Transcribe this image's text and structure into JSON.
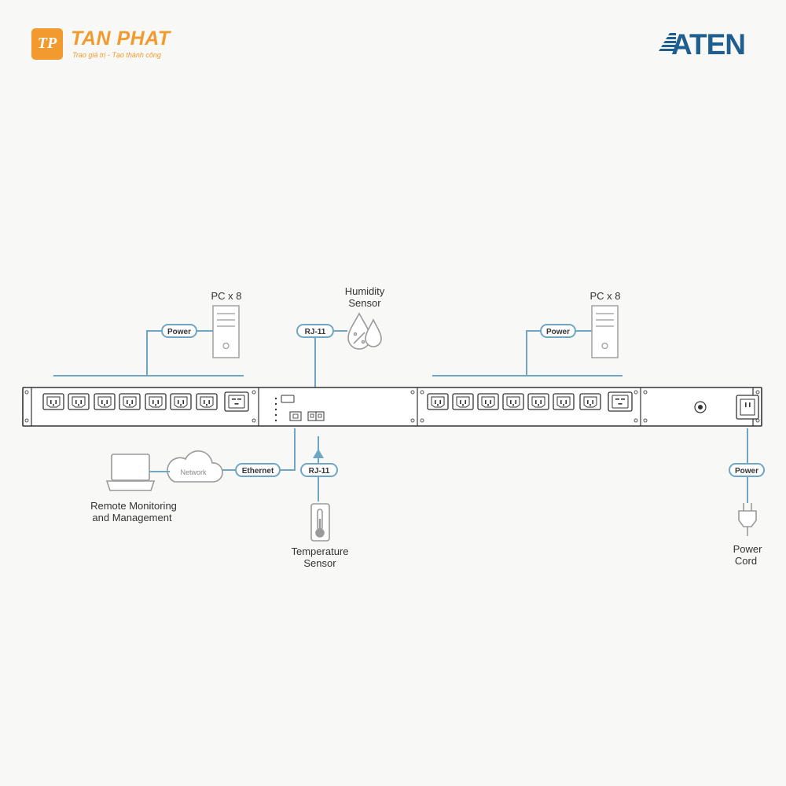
{
  "brand": {
    "left_logo_mark": "TP",
    "left_logo_name": "TAN PHAT",
    "left_logo_slogan": "Trao giá trị - Tạo thành công",
    "right_logo_name": "ATEN",
    "accent_orange": "#f29a2e",
    "accent_blue": "#1f5f8f"
  },
  "colors": {
    "connector": "#6fa6c4",
    "device_outline": "#333333",
    "icon_gray": "#9a9a9a"
  },
  "labels": {
    "pc_left": "PC x 8",
    "pc_right": "PC x 8",
    "humidity_line1": "Humidity",
    "humidity_line2": "Sensor",
    "remote_line1": "Remote Monitoring",
    "remote_line2": "and Management",
    "temperature_line1": "Temperature",
    "temperature_line2": "Sensor",
    "power_cord_line1": "Power",
    "power_cord_line2": "Cord",
    "network_cloud": "Network"
  },
  "connectors": {
    "power_left": "Power",
    "power_right": "Power",
    "rj11_top": "RJ-11",
    "rj11_bottom": "RJ-11",
    "ethernet": "Ethernet",
    "power_cord": "Power"
  },
  "icons": {
    "pc_tower": "pc-tower-icon",
    "humidity": "humidity-drops-icon",
    "laptop": "laptop-icon",
    "cloud": "cloud-icon",
    "thermometer": "thermometer-icon",
    "plug": "power-plug-icon",
    "outlet_c13": "c13-outlet-icon",
    "outlet_c19": "c19-outlet-icon"
  },
  "pdu": {
    "left_bank_c13_count": 7,
    "left_bank_c19_count": 1,
    "right_bank_c13_count": 7,
    "right_bank_c19_count": 1
  }
}
